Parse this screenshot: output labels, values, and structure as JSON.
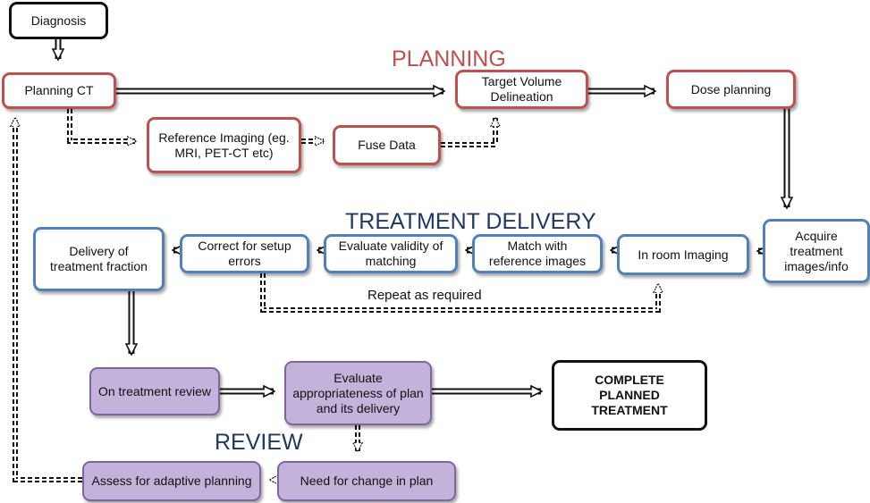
{
  "sections": {
    "planning": "PLANNING",
    "treatment_delivery": "TREATMENT DELIVERY",
    "review": "REVIEW"
  },
  "colors": {
    "planning": "#c0504d",
    "delivery": "#4f81bd",
    "review": "#8064a2",
    "review_fill": "#c3b2d9",
    "section_title_dark": "#1f3864"
  },
  "nodes": {
    "diagnosis": "Diagnosis",
    "planning_ct": "Planning CT",
    "reference_imaging": "Reference Imaging (eg. MRI, PET-CT etc)",
    "fuse_data": "Fuse Data",
    "target_volume": "Target Volume Delineation",
    "dose_planning": "Dose planning",
    "acquire_images": "Acquire treatment images/info",
    "in_room_imaging": "In room Imaging",
    "match_reference": "Match with reference images",
    "evaluate_validity": "Evaluate validity of matching",
    "correct_setup": "Correct for setup errors",
    "delivery_fraction": "Delivery of treatment fraction",
    "on_treatment_review": "On treatment review",
    "evaluate_appropriateness": "Evaluate appropriateness of plan and its delivery",
    "complete_treatment": "COMPLETE PLANNED TREATMENT",
    "need_change": "Need for change in plan",
    "assess_adaptive": "Assess for adaptive planning"
  },
  "labels": {
    "repeat": "Repeat as required"
  }
}
